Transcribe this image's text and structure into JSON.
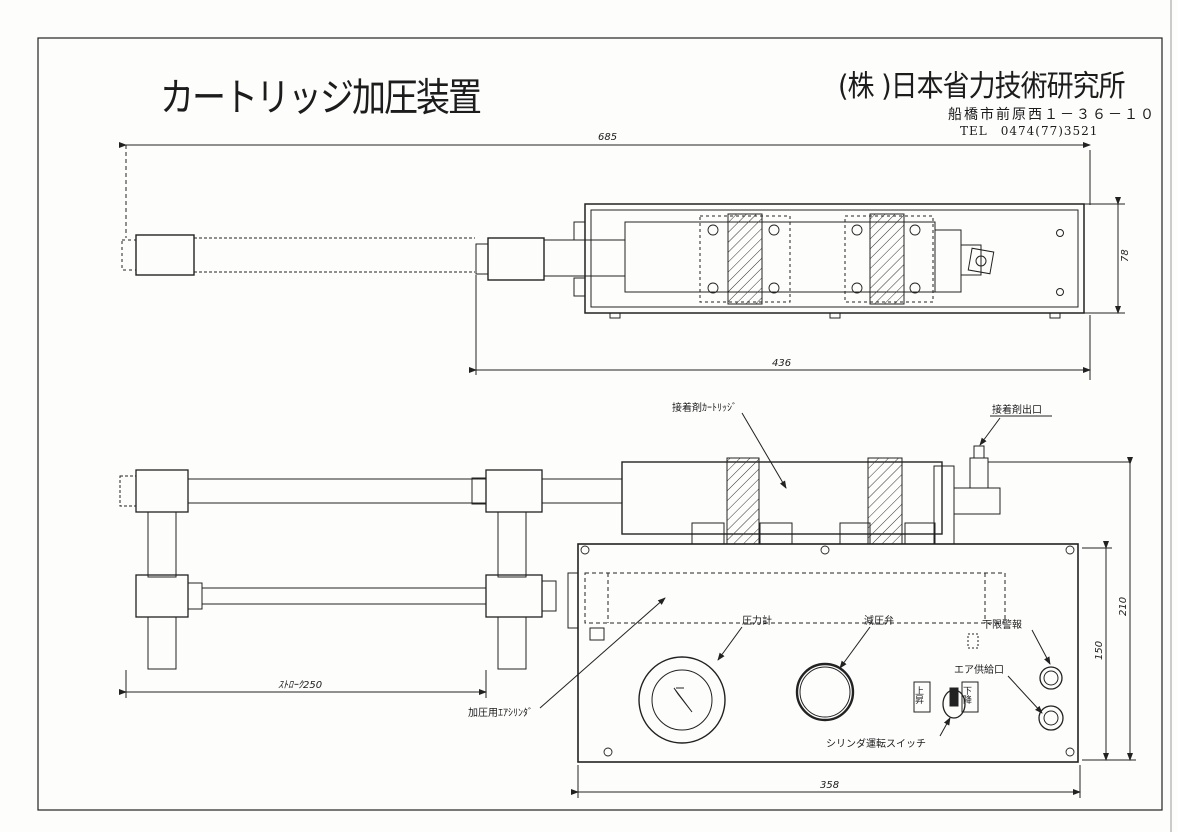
{
  "header": {
    "title": "カートリッジ加圧装置",
    "company": "(株 )日本省力技術研究所",
    "address": "船橋市前原西１－３６－１０",
    "tel": "TEL　0474(77)3521"
  },
  "dimensions": {
    "overall_length": "685",
    "body_length": "436",
    "top_height": "78",
    "base_width": "358",
    "front_height": "210",
    "base_height": "150",
    "stroke": "ｽﾄﾛｰｸ250"
  },
  "labels": {
    "cartridge": "接着剤ｶｰﾄﾘｯｼﾞ",
    "outlet": "接着剤出口",
    "pressure_gauge": "圧力計",
    "reducing_valve": "減圧弁",
    "lower_limit_alarm": "下限警報",
    "air_inlet": "エア供給口",
    "cylinder": "加圧用ｴｱｼﾘﾝﾀﾞ",
    "switch": "シリンダ運転スイッチ",
    "up": "上昇",
    "down": "下降"
  }
}
